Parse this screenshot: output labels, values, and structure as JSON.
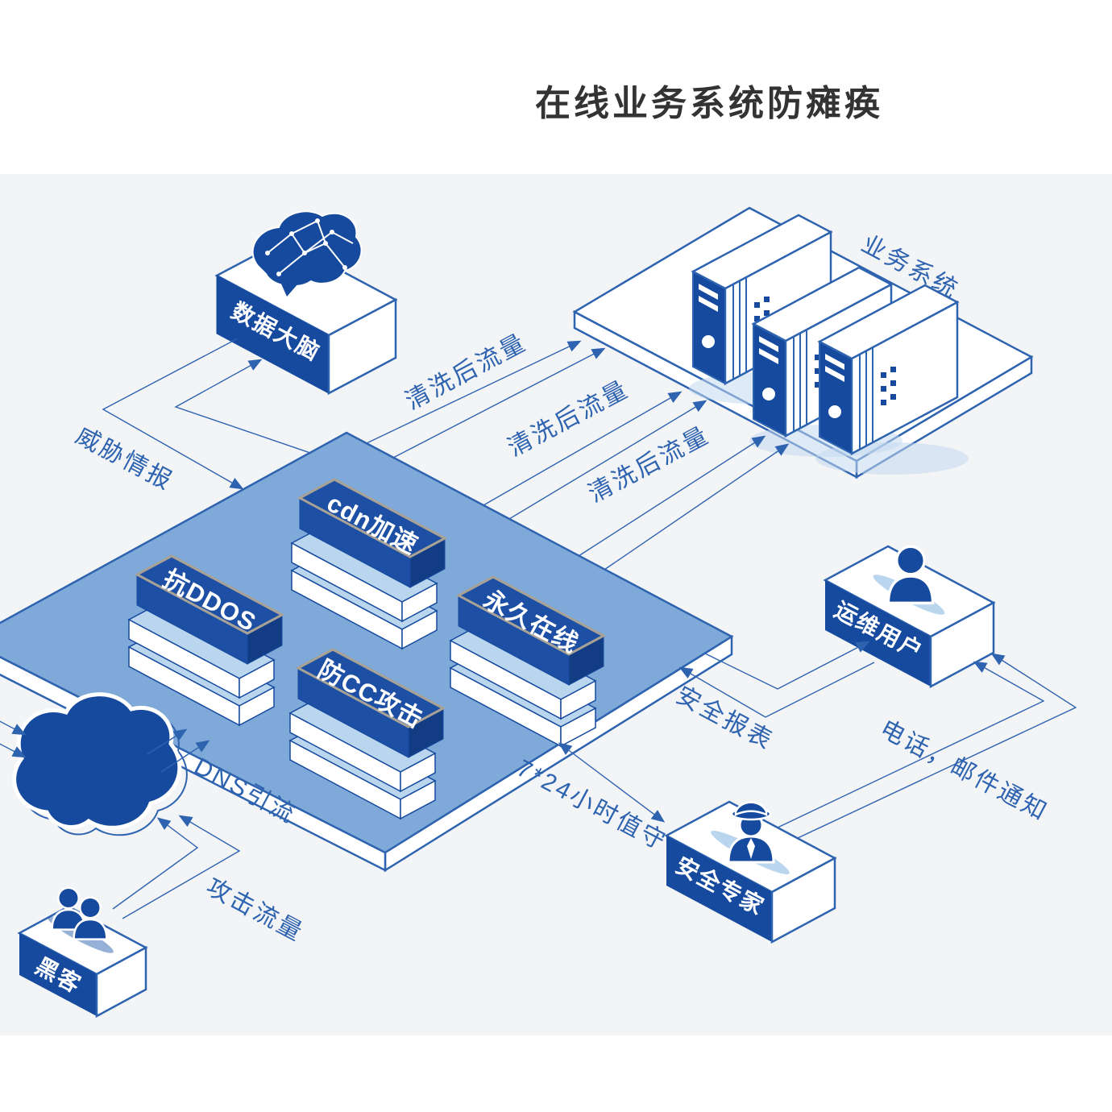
{
  "header": {
    "title": "在线业务系统防瘫痪"
  },
  "nodes": {
    "business_system": {
      "label": "业务系统",
      "server_count": 3
    },
    "data_brain": {
      "label": "数据大脑",
      "icon": "brain-icon"
    },
    "ops_user": {
      "label": "运维用户",
      "icon": "user-icon"
    },
    "security_expert": {
      "label": "安全专家",
      "icon": "expert-icon"
    },
    "hacker": {
      "label": "黑客",
      "icon": "hackers-icon"
    },
    "internet_cloud": {
      "icon": "cloud-icon"
    }
  },
  "protection_platform": {
    "services": [
      {
        "label": "cdn加速"
      },
      {
        "label": "抗DDOS"
      },
      {
        "label": "永久在线"
      },
      {
        "label": "防CC攻击"
      }
    ]
  },
  "flows": {
    "threat_intel": {
      "label": "威胁情报",
      "from": "protection-platform",
      "to": "data-brain",
      "bidirectional": true
    },
    "cleaned_traffic_1": {
      "label": "清洗后流量",
      "from": "protection-platform",
      "to": "business-system"
    },
    "cleaned_traffic_2": {
      "label": "清洗后流量",
      "from": "protection-platform",
      "to": "business-system"
    },
    "cleaned_traffic_3": {
      "label": "清洗后流量",
      "from": "protection-platform",
      "to": "business-system"
    },
    "dns_diversion": {
      "label": "DNS引流",
      "from": "internet-cloud",
      "to": "protection-platform"
    },
    "attack_traffic": {
      "label": "攻击流量",
      "from": "hacker",
      "to": "internet-cloud"
    },
    "security_report": {
      "label": "安全报表",
      "from": "protection-platform",
      "to": "ops-user"
    },
    "duty": {
      "label": "7*24小时值守",
      "from": "security-expert",
      "to": "protection-platform",
      "bidirectional": true
    },
    "notification": {
      "label": "电话，邮件通知",
      "from": "security-expert",
      "to": "ops-user"
    }
  },
  "colors": {
    "primary_blue": "#164a9e",
    "line_blue": "#2e63b0",
    "platform_top": "#7fa9d8",
    "layer_top": "#bad6ef",
    "canvas_gray": "#f3f4f6",
    "title_text": "#333333",
    "block_top_rim": "#a8a296",
    "text_on_blue": "#ffffff"
  }
}
